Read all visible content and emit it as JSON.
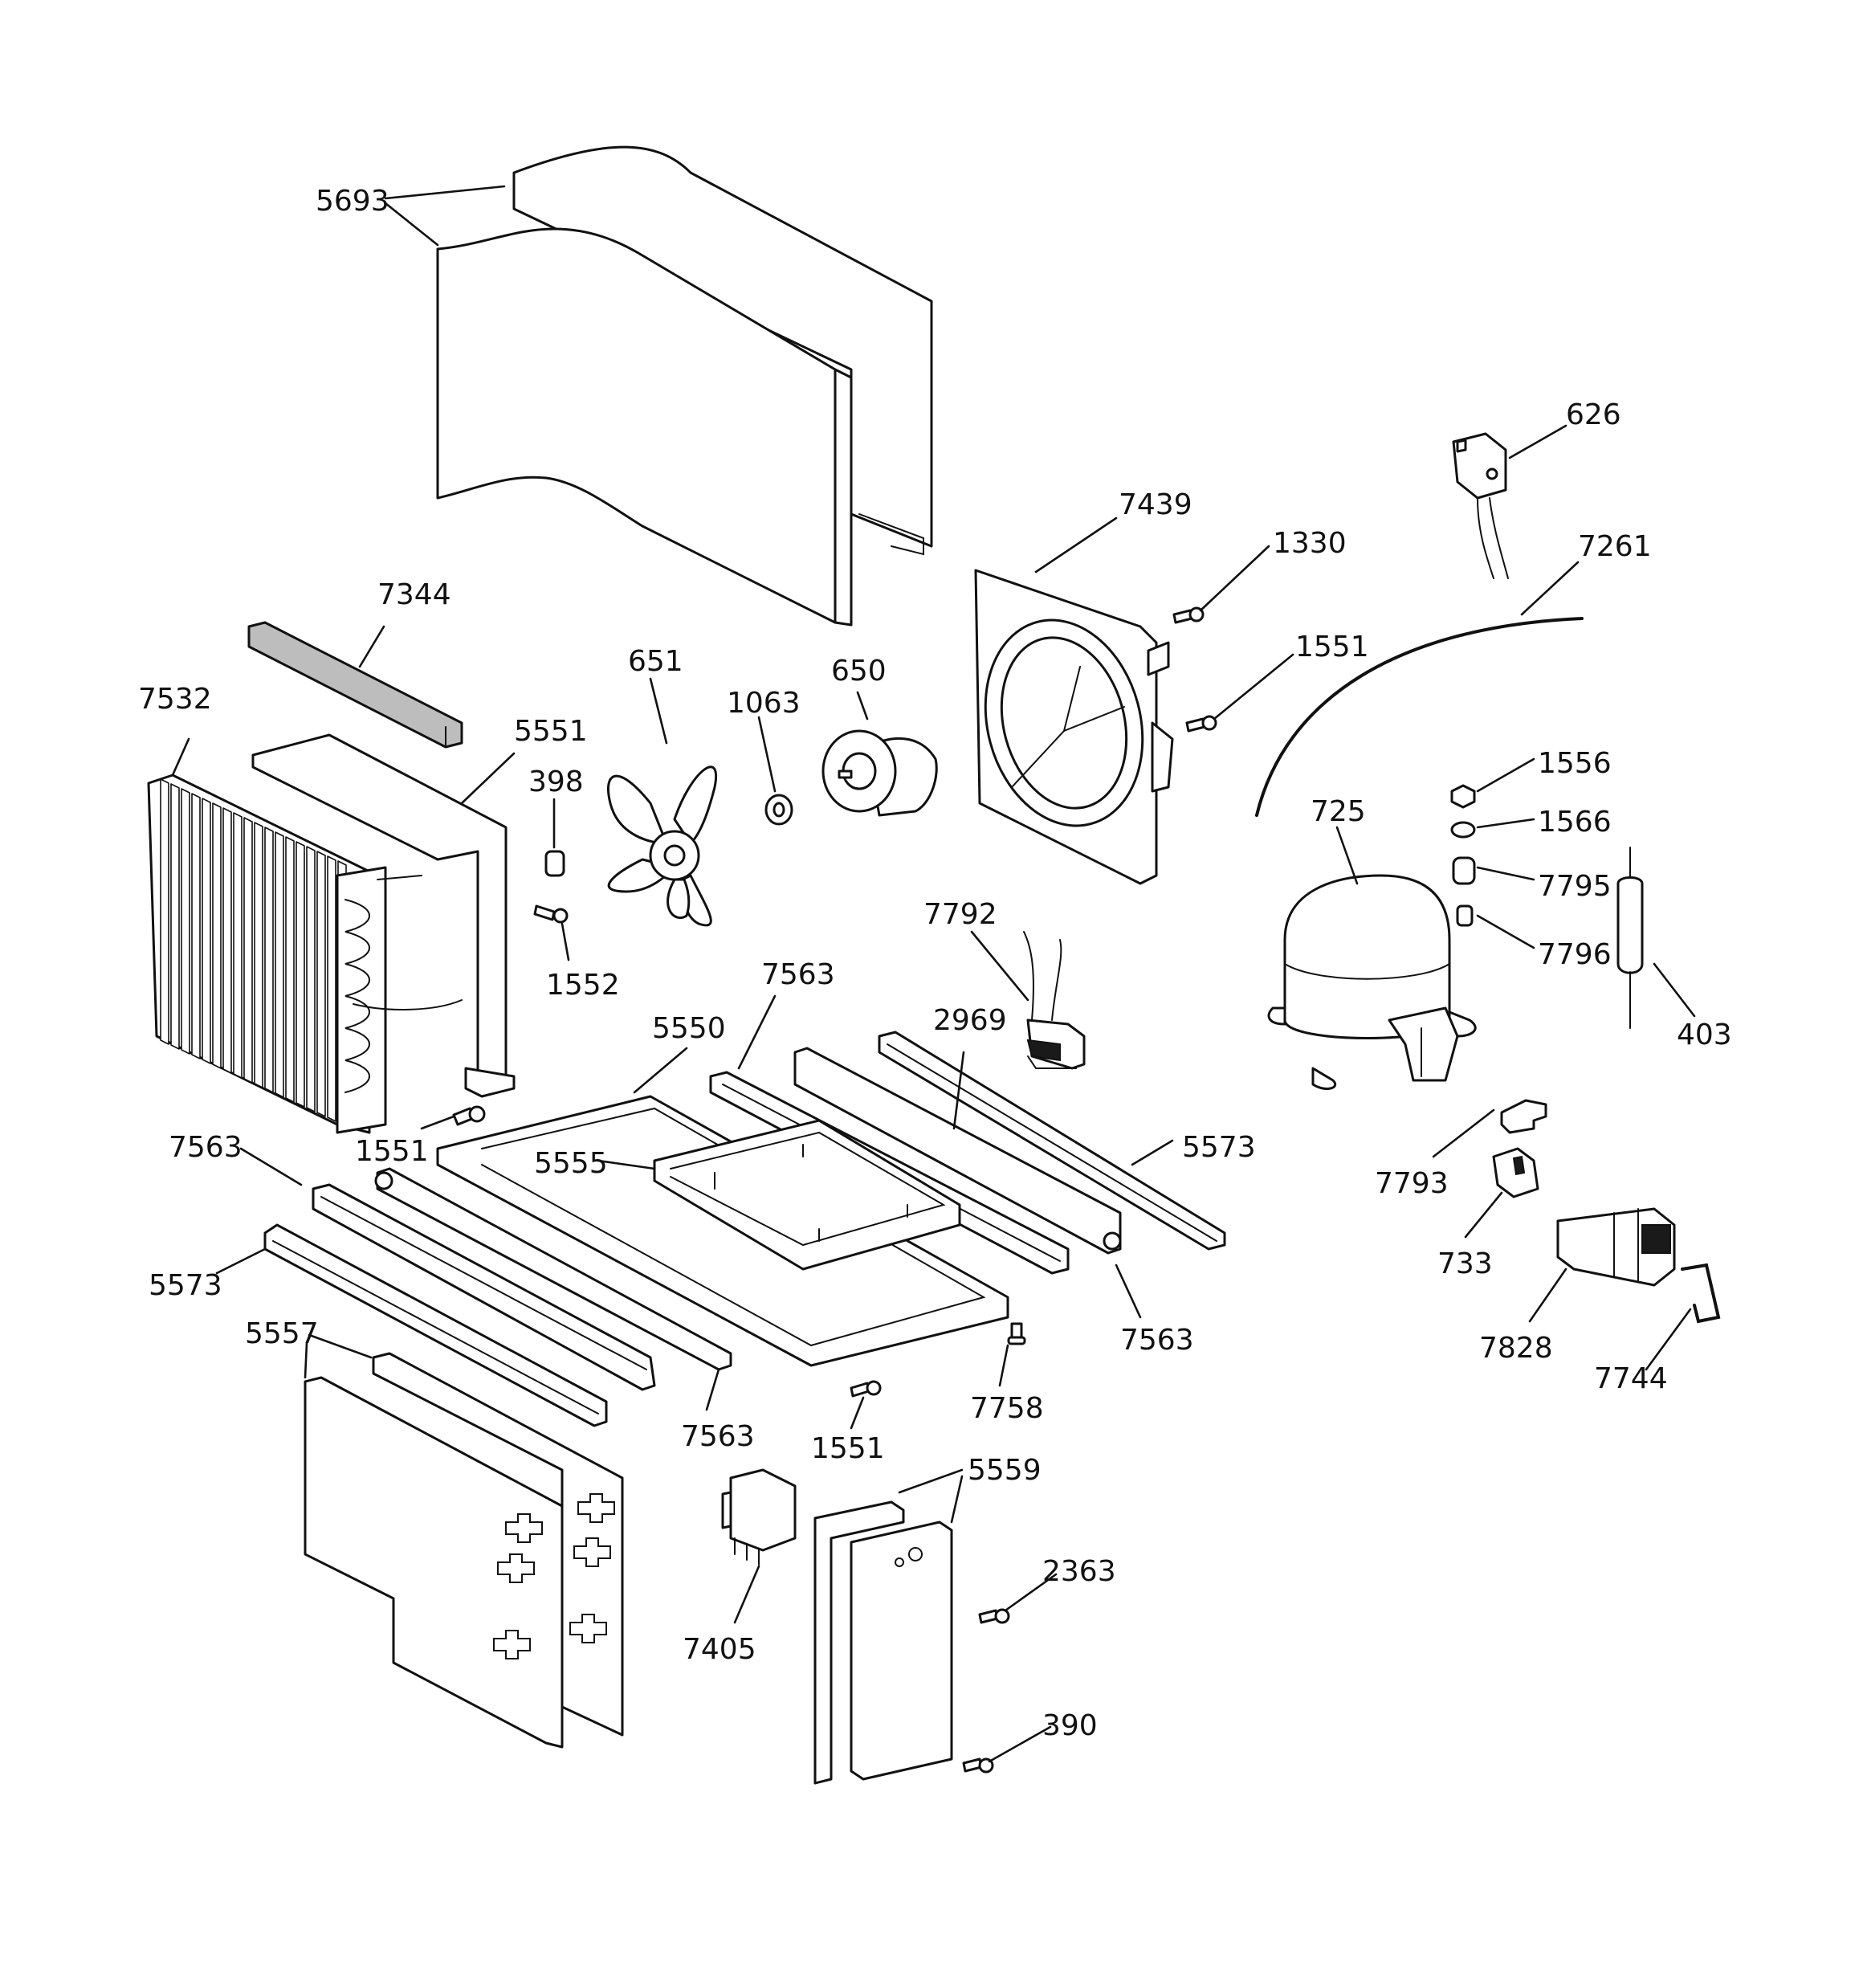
{
  "callouts": [
    {
      "id": "c5693",
      "text": "5693"
    },
    {
      "id": "c7344",
      "text": "7344"
    },
    {
      "id": "c7532",
      "text": "7532"
    },
    {
      "id": "c5551",
      "text": "5551"
    },
    {
      "id": "c398",
      "text": "398"
    },
    {
      "id": "c1552",
      "text": "1552"
    },
    {
      "id": "c651",
      "text": "651"
    },
    {
      "id": "c1063",
      "text": "1063"
    },
    {
      "id": "c650",
      "text": "650"
    },
    {
      "id": "c7439",
      "text": "7439"
    },
    {
      "id": "c1330",
      "text": "1330"
    },
    {
      "id": "c1551a",
      "text": "1551"
    },
    {
      "id": "c626",
      "text": "626"
    },
    {
      "id": "c7261",
      "text": "7261"
    },
    {
      "id": "c1556",
      "text": "1556"
    },
    {
      "id": "c1566",
      "text": "1566"
    },
    {
      "id": "c7795",
      "text": "7795"
    },
    {
      "id": "c7796",
      "text": "7796"
    },
    {
      "id": "c725",
      "text": "725"
    },
    {
      "id": "c403",
      "text": "403"
    },
    {
      "id": "c7792",
      "text": "7792"
    },
    {
      "id": "c2969",
      "text": "2969"
    },
    {
      "id": "c7563a",
      "text": "7563"
    },
    {
      "id": "c5550",
      "text": "5550"
    },
    {
      "id": "c5555",
      "text": "5555"
    },
    {
      "id": "c5573a",
      "text": "5573"
    },
    {
      "id": "c7563b",
      "text": "7563"
    },
    {
      "id": "c1551b",
      "text": "1551"
    },
    {
      "id": "c5573b",
      "text": "5573"
    },
    {
      "id": "c5557",
      "text": "5557"
    },
    {
      "id": "c7563c",
      "text": "7563"
    },
    {
      "id": "c7563d",
      "text": "7563"
    },
    {
      "id": "c7758",
      "text": "7758"
    },
    {
      "id": "c1551c",
      "text": "1551"
    },
    {
      "id": "c7793",
      "text": "7793"
    },
    {
      "id": "c733",
      "text": "733"
    },
    {
      "id": "c7828",
      "text": "7828"
    },
    {
      "id": "c7744",
      "text": "7744"
    },
    {
      "id": "c5559",
      "text": "5559"
    },
    {
      "id": "c7405",
      "text": "7405"
    },
    {
      "id": "c2363",
      "text": "2363"
    },
    {
      "id": "c390",
      "text": "390"
    }
  ]
}
